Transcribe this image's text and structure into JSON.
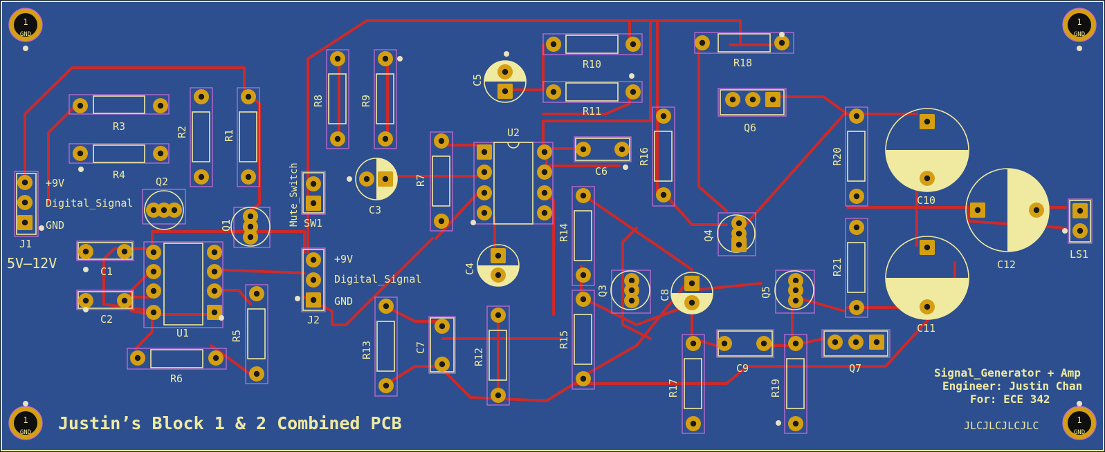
{
  "board": {
    "title": "Justin’s Block 1 & 2 Combined PCB",
    "info_line1": "Signal_Generator + Amp",
    "info_line2": "Engineer: Justin Chan",
    "info_line3": "For: ECE 342",
    "fab_marker": "JLCJLCJLCJLC",
    "supply_range": "5V–12V",
    "colors": {
      "substrate": "#2d4f8f",
      "copper_trace": "#cc2a2a",
      "silkscreen": "#f0eaa0",
      "pad_copper": "#d49f13",
      "courtyard": "#c36bd6"
    }
  },
  "mounting_holes": [
    {
      "id": "mh-tl",
      "num": "1",
      "net": "GND"
    },
    {
      "id": "mh-tr",
      "num": "1",
      "net": "GND"
    },
    {
      "id": "mh-bl",
      "num": "1",
      "net": "GND"
    },
    {
      "id": "mh-br",
      "num": "1",
      "net": "GND"
    }
  ],
  "connector_labels": {
    "j1_vcc": "+9V",
    "j1_sig": "Digital_Signal",
    "j1_gnd": "GND",
    "j2_vcc": "+9V",
    "j2_sig": "Digital_Signal",
    "j2_gnd": "GND",
    "sw1_name": "Mute_Switch"
  },
  "references": {
    "J1": "J1",
    "J2": "J2",
    "SW1": "SW1",
    "LS1": "LS1",
    "U1": "U1",
    "U2": "U2",
    "Q1": "Q1",
    "Q2": "Q2",
    "Q3": "Q3",
    "Q4": "Q4",
    "Q5": "Q5",
    "Q6": "Q6",
    "Q7": "Q7",
    "C1": "C1",
    "C2": "C2",
    "C3": "C3",
    "C4": "C4",
    "C5": "C5",
    "C6": "C6",
    "C7": "C7",
    "C8": "C8",
    "C9": "C9",
    "C10": "C10",
    "C11": "C11",
    "C12": "C12",
    "R1": "R1",
    "R2": "R2",
    "R3": "R3",
    "R4": "R4",
    "R5": "R5",
    "R6": "R6",
    "R7": "R7",
    "R8": "R8",
    "R9": "R9",
    "R10": "R10",
    "R11": "R11",
    "R12": "R12",
    "R13": "R13",
    "R14": "R14",
    "R15": "R15",
    "R16": "R16",
    "R17": "R17",
    "R18": "R18",
    "R19": "R19",
    "R20": "R20",
    "R21": "R21"
  }
}
